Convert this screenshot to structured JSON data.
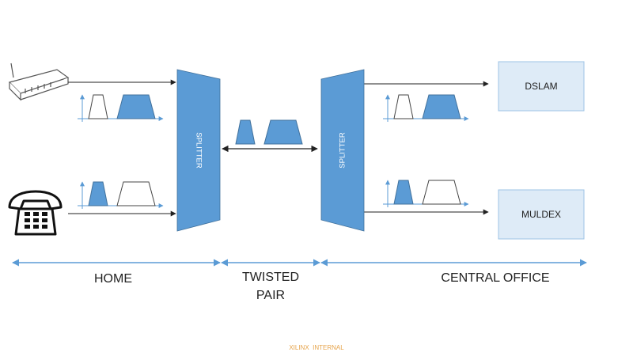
{
  "colors": {
    "accent": "#5b9bd5",
    "accent_dark": "#41719c",
    "box_fill": "#deebf7",
    "box_stroke": "#9dc3e6",
    "line": "#222222",
    "watermark": "#e6a34a"
  },
  "splitters": {
    "left": "SPLITTER",
    "right": "SPLITTER"
  },
  "boxes": {
    "dslam": "DSLAM",
    "muldex": "MULDEX"
  },
  "sections": {
    "home": "HOME",
    "twisted_line1": "TWISTED",
    "twisted_line2": "PAIR",
    "central_office": "CENTRAL OFFICE"
  },
  "icons": {
    "modem": "dsl-modem-icon",
    "phone": "telephone-icon"
  },
  "watermark": "XILINX  INTERNAL"
}
